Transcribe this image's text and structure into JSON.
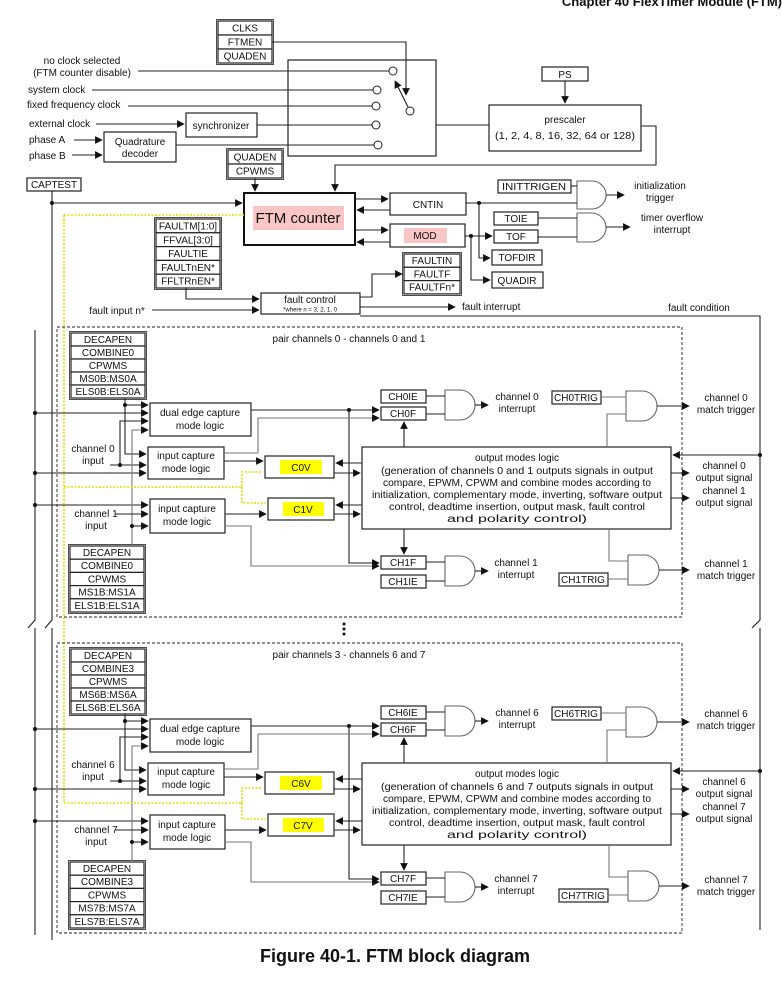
{
  "header": {
    "chapter": "Chapter 40 FlexTimer Module (FTM)"
  },
  "clock": {
    "regs": [
      "CLKS",
      "FTMEN",
      "QUADEN"
    ],
    "none": [
      "no clock selected",
      "(FTM counter disable)"
    ],
    "system": "system clock",
    "fixed": "fixed frequency clock",
    "external": "external clock",
    "phase_a": "phase A",
    "phase_b": "phase B",
    "synchronizer": "synchronizer",
    "quad": [
      "Quadrature",
      "decoder"
    ]
  },
  "prescaler": {
    "ps": "PS",
    "title": "prescaler",
    "values": "(1, 2, 4, 8, 16, 32, 64 or 128)"
  },
  "counter": {
    "regs": [
      "QUADEN",
      "CPWMS"
    ],
    "captest": "CAPTEST",
    "label": "FTM counter",
    "cntin": "CNTIN",
    "mod": "MOD"
  },
  "triggers": {
    "inittrigen": "INITTRIGEN",
    "init": [
      "initialization",
      "trigger"
    ],
    "toie": "TOIE",
    "tof": "TOF",
    "overflow": [
      "timer overflow",
      "interrupt"
    ],
    "tofdir": "TOFDIR",
    "quadir": "QUADIR"
  },
  "fault": {
    "regs": [
      "FAULTM[1:0]",
      "FFVAL[3:0]",
      "FAULTIE",
      "FAULTnEN*",
      "FFLTRnEN*"
    ],
    "flags": [
      "FAULTIN",
      "FAULTF",
      "FAULTFn*"
    ],
    "control": "fault control",
    "note": "*where n = 3, 2, 1, 0",
    "input": "fault input n*",
    "interrupt": "fault interrupt",
    "condition": "fault condition"
  },
  "pairs": [
    {
      "title": "pair channels 0 - channels 0 and 1",
      "regs_a": [
        "DECAPEN",
        "COMBINE0",
        "CPWMS",
        "MS0B:MS0A",
        "ELS0B:ELS0A"
      ],
      "regs_b": [
        "DECAPEN",
        "COMBINE0",
        "CPWMS",
        "MS1B:MS1A",
        "ELS1B:ELS1A"
      ],
      "dual": [
        "dual edge capture",
        "mode logic"
      ],
      "capture": [
        "input capture",
        "mode logic"
      ],
      "in_a": [
        "channel 0",
        "input"
      ],
      "in_b": [
        "channel 1",
        "input"
      ],
      "val_a": "C0V",
      "val_b": "C1V",
      "ie_a": "CH0IE",
      "f_a": "CH0F",
      "f_b": "CH1F",
      "ie_b": "CH1IE",
      "trig_a": "CH0TRIG",
      "trig_b": "CH1TRIG",
      "int_a": [
        "channel 0",
        "interrupt"
      ],
      "int_b": [
        "channel 1",
        "interrupt"
      ],
      "match_a": [
        "channel 0",
        "match trigger"
      ],
      "match_b": [
        "channel 1",
        "match trigger"
      ],
      "out_a": [
        "channel 0",
        "output signal"
      ],
      "out_b": [
        "channel 1",
        "output signal"
      ],
      "oml_title": "output modes logic",
      "oml_lines": [
        "(generation of channels 0 and 1 outputs signals in output",
        "compare, EPWM, CPWM and combine modes according to",
        "initialization, complementary mode, inverting, software output",
        "control, deadtime insertion, output mask, fault control",
        "and polarity control)"
      ]
    },
    {
      "title": "pair channels 3 - channels 6 and 7",
      "regs_a": [
        "DECAPEN",
        "COMBINE3",
        "CPWMS",
        "MS6B:MS6A",
        "ELS6B:ELS6A"
      ],
      "regs_b": [
        "DECAPEN",
        "COMBINE3",
        "CPWMS",
        "MS7B:MS7A",
        "ELS7B:ELS7A"
      ],
      "dual": [
        "dual edge capture",
        "mode logic"
      ],
      "capture": [
        "input capture",
        "mode logic"
      ],
      "in_a": [
        "channel 6",
        "input"
      ],
      "in_b": [
        "channel 7",
        "input"
      ],
      "val_a": "C6V",
      "val_b": "C7V",
      "ie_a": "CH6IE",
      "f_a": "CH6F",
      "f_b": "CH7F",
      "ie_b": "CH7IE",
      "trig_a": "CH6TRIG",
      "trig_b": "CH7TRIG",
      "int_a": [
        "channel 6",
        "interrupt"
      ],
      "int_b": [
        "channel 7",
        "interrupt"
      ],
      "match_a": [
        "channel 6",
        "match trigger"
      ],
      "match_b": [
        "channel 7",
        "match trigger"
      ],
      "out_a": [
        "channel 6",
        "output signal"
      ],
      "out_b": [
        "channel 7",
        "output signal"
      ],
      "oml_title": "output modes logic",
      "oml_lines": [
        "(generation of channels 6 and 7 outputs signals in output",
        "compare, EPWM, CPWM and combine modes according to",
        "initialization, complementary mode, inverting, software output",
        "control, deadtime insertion, output mask, fault control",
        "and polarity control)"
      ]
    }
  ],
  "caption": "Figure 40-1. FTM block diagram",
  "colors": {
    "highlight_pink": "#f9c5c5",
    "highlight_yellow": "#ffff00",
    "dotted_line": "#e6dc00"
  }
}
